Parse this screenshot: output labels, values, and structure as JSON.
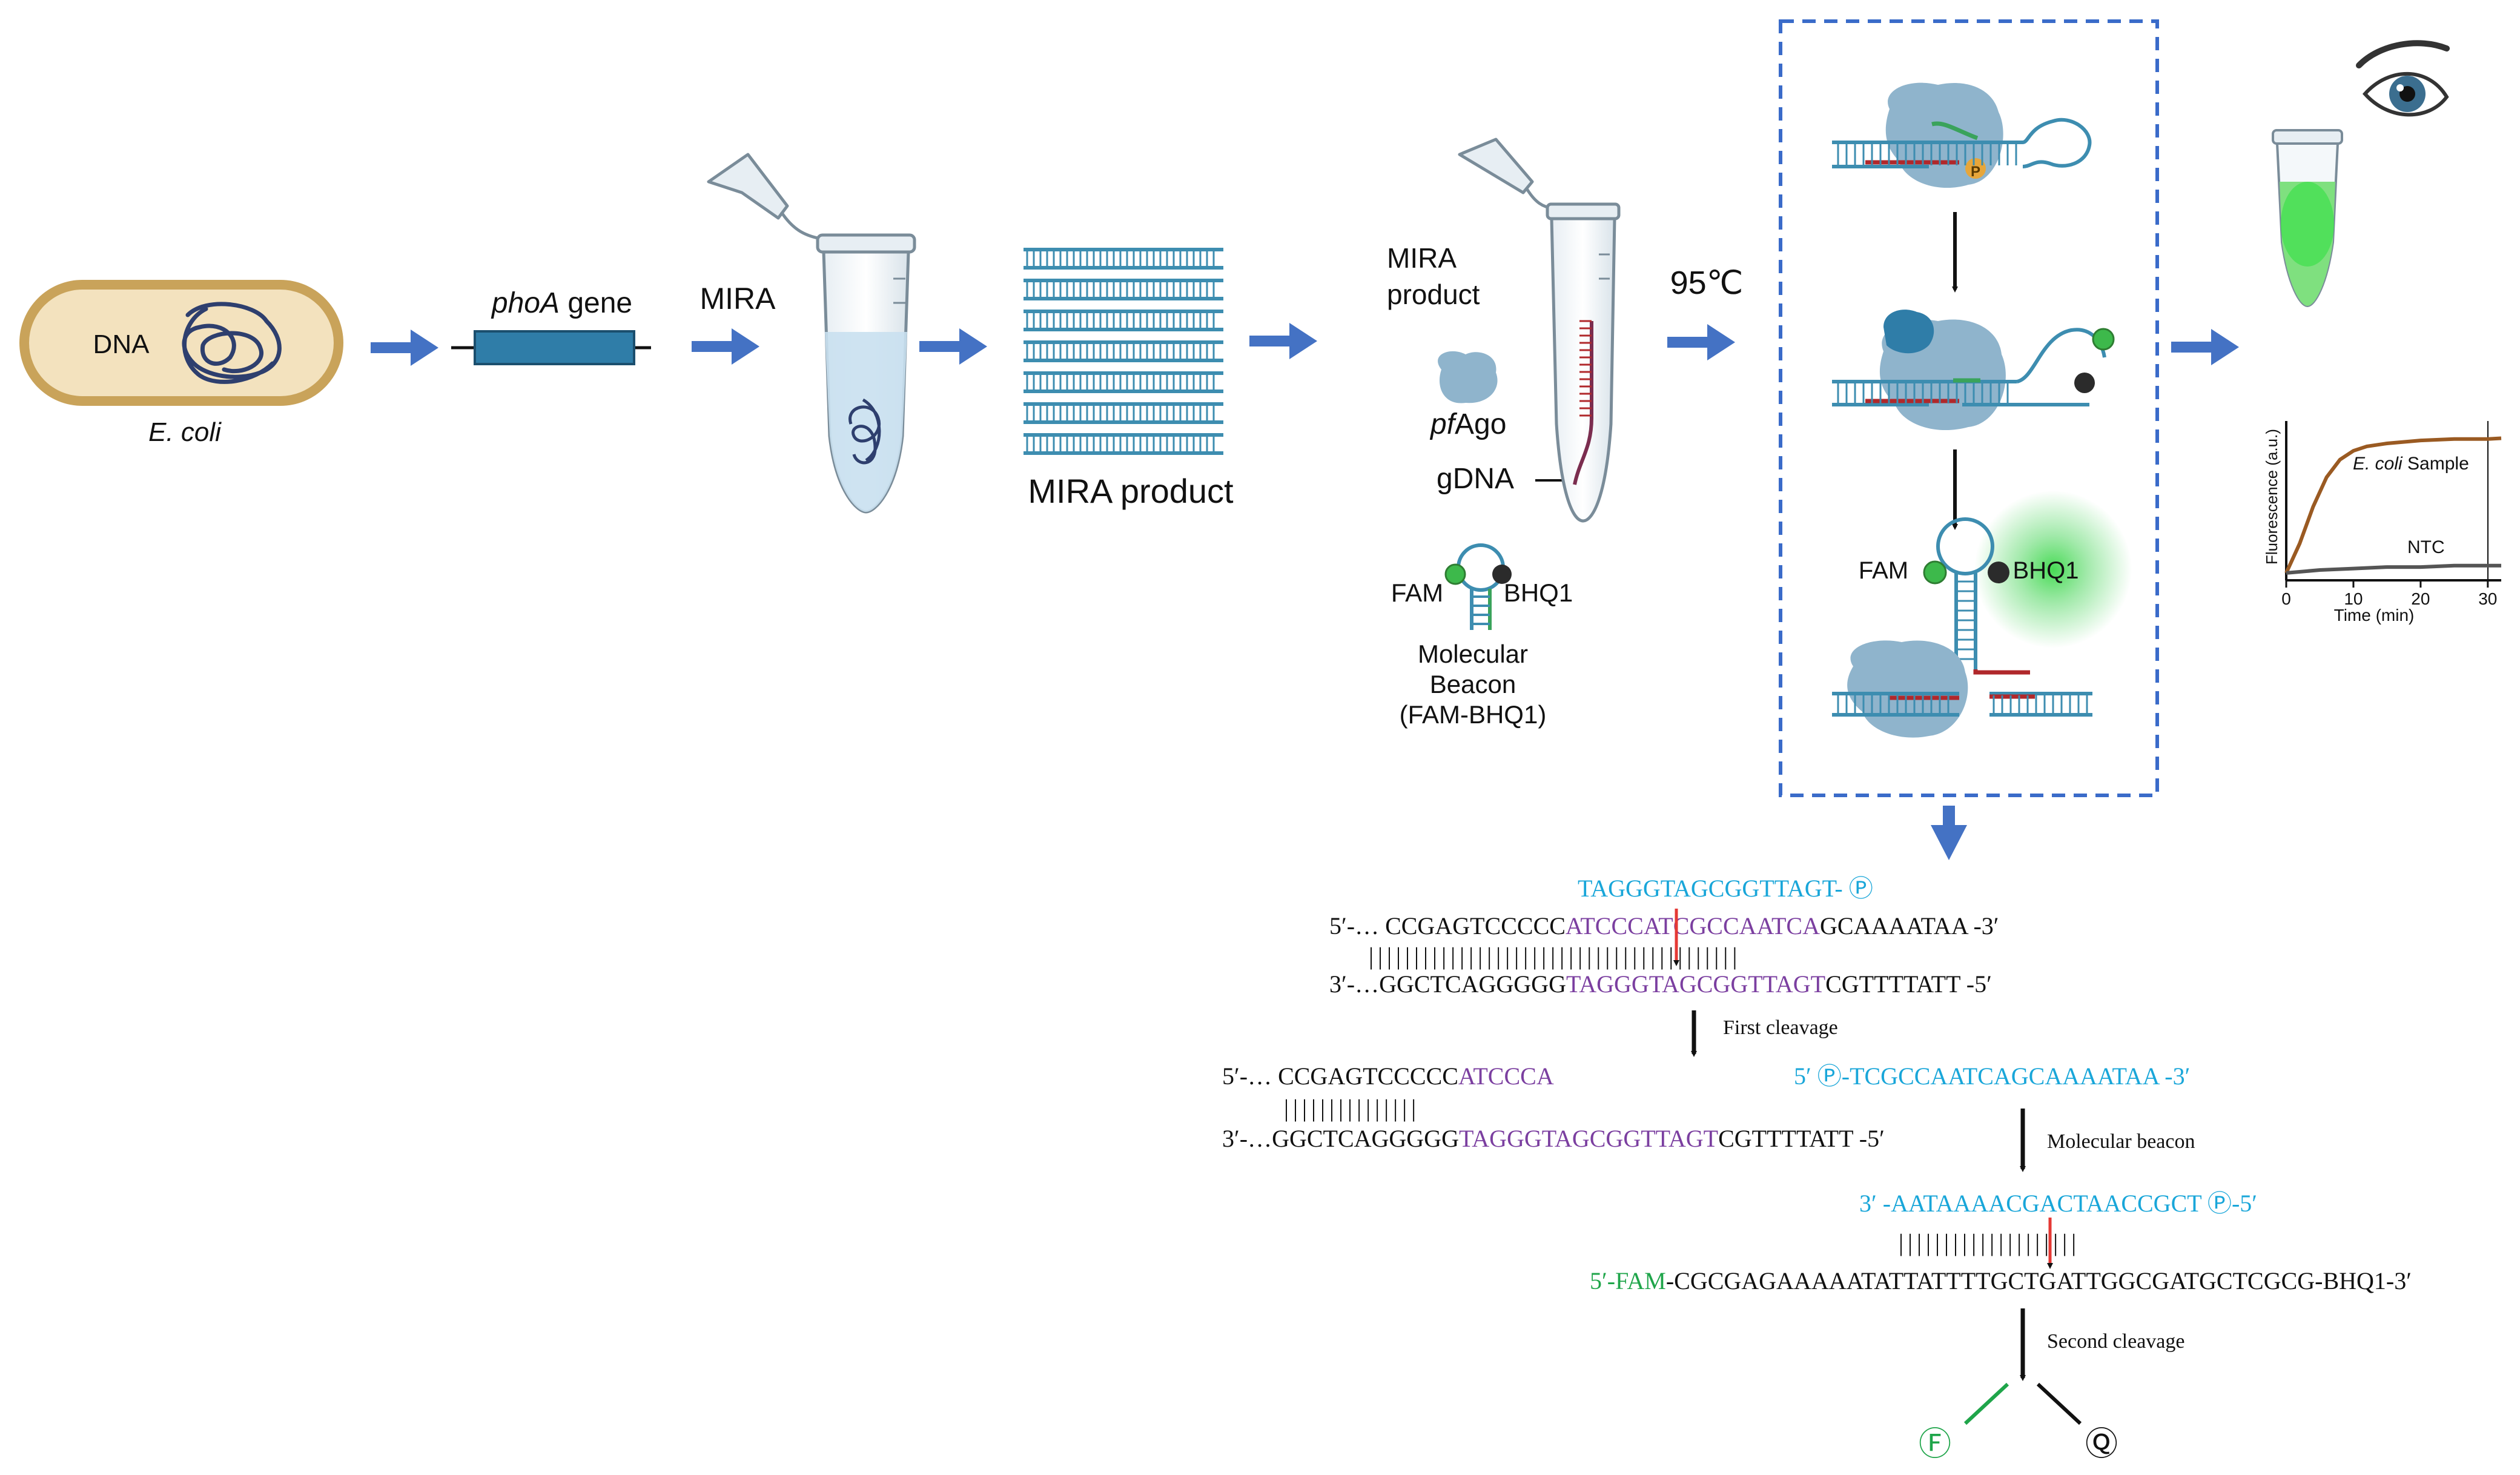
{
  "colors": {
    "arrow_blue": "#4472C4",
    "bacteria_fill": "#F3E2BE",
    "bacteria_stroke": "#C9A35A",
    "dna_coil": "#2E3F6E",
    "gene_box": "#2F7DA8",
    "dna_rung": "#3D8DB0",
    "protein": "#8FB4CC",
    "red_strand": "#B0282B",
    "green_strand": "#3AA35B",
    "fam_green": "#3DB94B",
    "bhq_dark": "#2B2B2B",
    "probe_cyan": "#19A6D9",
    "target_purple": "#7B3FA0",
    "fam_text_green": "#1FA54A",
    "cleave_red": "#E53935",
    "dashed_box": "#3A6BC9",
    "curve_brown": "#9A5A22",
    "curve_gray": "#555555",
    "tube_liquid": "#C9E0EF"
  },
  "icons": {
    "bacterium": "bacterium-icon",
    "eye": "eye-icon",
    "tube": "tube-icon",
    "protein": "pfago-protein-icon",
    "beacon": "molecular-beacon-icon"
  },
  "step1": {
    "dna_label": "DNA",
    "organism": "E. coli"
  },
  "step2": {
    "gene_italic": "phoA",
    "gene_suffix": " gene"
  },
  "step3": {
    "label": "MIRA"
  },
  "step4": {
    "label": "MIRA product"
  },
  "step5": {
    "mira_line1": "MIRA",
    "mira_line2": "product",
    "pfago_italic": "pf",
    "pfago_rest": "Ago",
    "gdna": "gDNA",
    "fam": "FAM",
    "bhq": "BHQ1",
    "beacon_line1": "Molecular",
    "beacon_line2": "Beacon",
    "beacon_line3": "(FAM-BHQ1)"
  },
  "step6": {
    "temp": "95℃",
    "p_label": "P",
    "fam": "FAM",
    "bhq": "BHQ1"
  },
  "plot": {
    "sample_italic": "E. coli",
    "sample_rest": " Sample",
    "ntc": "NTC",
    "ylabel": "Fluorescence (a.u.)",
    "xlabel": "Time (min)",
    "xticks": [
      "0",
      "10",
      "20",
      "30"
    ]
  },
  "chart_data": {
    "type": "line",
    "xlabel": "Time (min)",
    "ylabel": "Fluorescence (a.u.)",
    "xlim": [
      0,
      32
    ],
    "series": [
      {
        "name": "E. coli Sample",
        "x": [
          0,
          2,
          4,
          6,
          8,
          10,
          12,
          15,
          20,
          25,
          30,
          32
        ],
        "y": [
          0.05,
          0.25,
          0.5,
          0.7,
          0.82,
          0.88,
          0.91,
          0.93,
          0.95,
          0.96,
          0.96,
          0.965
        ]
      },
      {
        "name": "NTC",
        "x": [
          0,
          5,
          10,
          15,
          20,
          25,
          30,
          32
        ],
        "y": [
          0.05,
          0.07,
          0.08,
          0.09,
          0.09,
          0.1,
          0.1,
          0.1
        ]
      }
    ]
  },
  "seq": {
    "probe1": "TAGGGTAGCGGTTAGT- ",
    "phos_symbol": "Ⓟ",
    "top1_pre": "5′-… CCGAGTCCCCC",
    "top1_mid": "ATCCCATCGCCAATCA",
    "top1_post": "GCAAAATAA  -3′",
    "bars1": "|||||||||||||||||||||||||||||||||||||||||",
    "bot1_pre": "3′-…GGCTCAGGGGG",
    "bot1_mid": "TAGGGTAGCGGTTAGT",
    "bot1_post": "CGTTTTATT  -5′",
    "first_cleavage": "First cleavage",
    "left_top_pre": "5′-… CCGAGTCCCCC",
    "left_top_mid": "ATCCCA",
    "left_bars": "|||||||||||||||",
    "left_bot_pre": "3′-…GGCTCAGGGGG",
    "left_bot_mid": "TAGGGTAGCGGTTAGT",
    "left_bot_post": "CGTTTTATT -5′",
    "right_frag_pre": "5′ ",
    "right_frag_post": "-TCGCCAATCAGCAAAATAA -3′",
    "molecular_beacon": "Molecular beacon",
    "guide2_pre": "3′ -AATAAAACGACTAACCGCT ",
    "guide2_post": "-5′",
    "bars2": "||||||||||||||||||||",
    "beacon_fam": "5′-FAM",
    "beacon_rest": "-CGCGAGAAAAATATTATTTTGCTGATTGGCGATGCTCGCG-BHQ1-3′",
    "second_cleavage": "Second cleavage",
    "f_symbol": "Ⓕ",
    "q_symbol": "Ⓠ"
  }
}
